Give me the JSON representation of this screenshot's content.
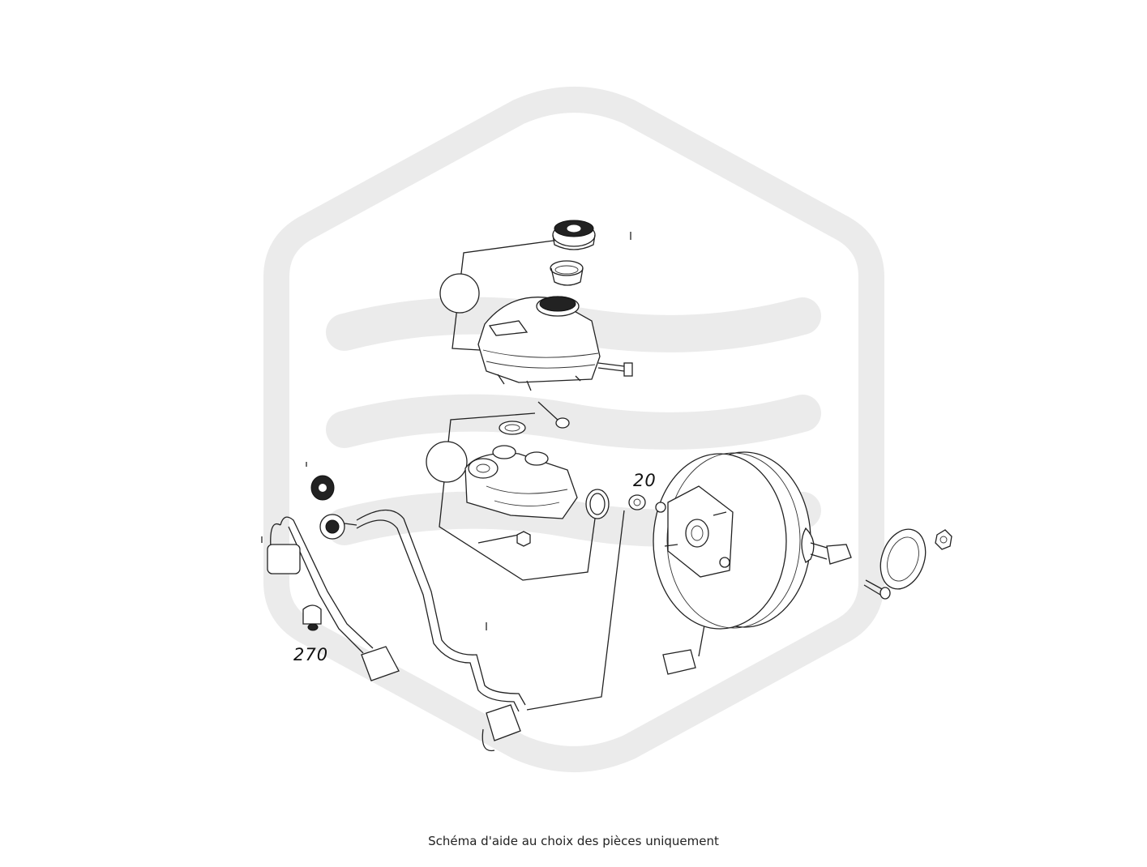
{
  "diagram": {
    "callouts": [
      {
        "id": "20",
        "label": "20"
      },
      {
        "id": "270",
        "label": "270"
      }
    ]
  },
  "caption": "Schéma d'aide au choix des pièces uniquement",
  "colors": {
    "watermark": "#ebebeb",
    "line": "#222222",
    "background": "#ffffff"
  }
}
